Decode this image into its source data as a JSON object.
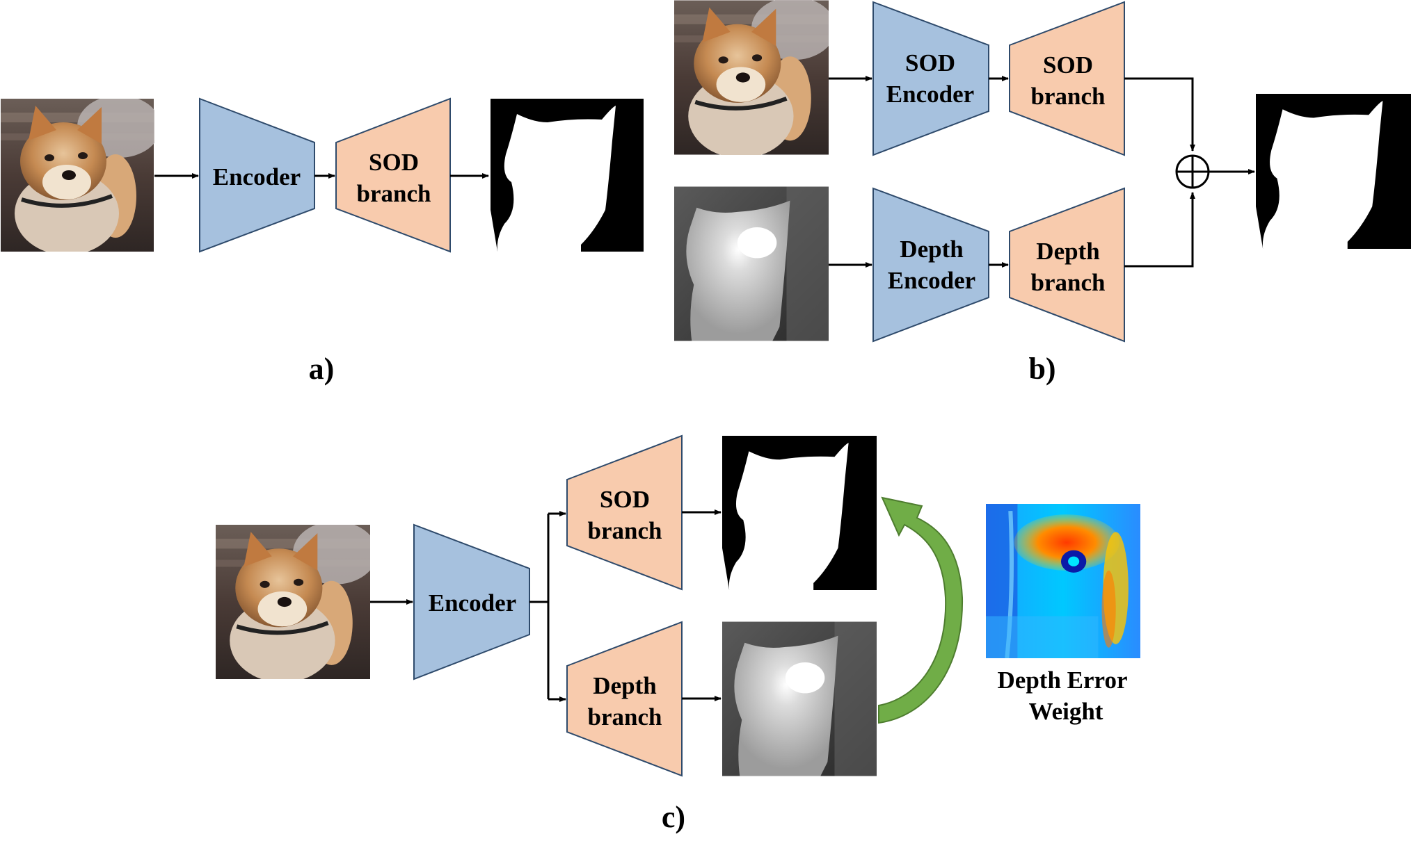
{
  "panels": {
    "a": {
      "caption": "a)",
      "encoder_label": "Encoder",
      "sod_branch_label": [
        "SOD",
        "branch"
      ]
    },
    "b": {
      "caption": "b)",
      "sod_encoder_label": [
        "SOD",
        "Encoder"
      ],
      "sod_branch_label": [
        "SOD",
        "branch"
      ],
      "depth_encoder_label": [
        "Depth",
        "Encoder"
      ],
      "depth_branch_label": [
        "Depth",
        "branch"
      ]
    },
    "c": {
      "caption": "c)",
      "encoder_label": "Encoder",
      "sod_branch_label": [
        "SOD",
        "branch"
      ],
      "depth_branch_label": [
        "Depth",
        "branch"
      ],
      "weight_label": [
        "Depth Error",
        "Weight"
      ]
    }
  },
  "colors": {
    "encoder_fill": "#a6c1de",
    "branch_fill": "#f8cbad",
    "shape_stroke": "#2e4a6b",
    "arrow_green": "#70ad47",
    "line": "#000000"
  },
  "icons": [
    "dog-photo",
    "saliency-mask",
    "depth-map",
    "error-heatmap",
    "sum-operator-icon",
    "curved-arrow-icon"
  ]
}
